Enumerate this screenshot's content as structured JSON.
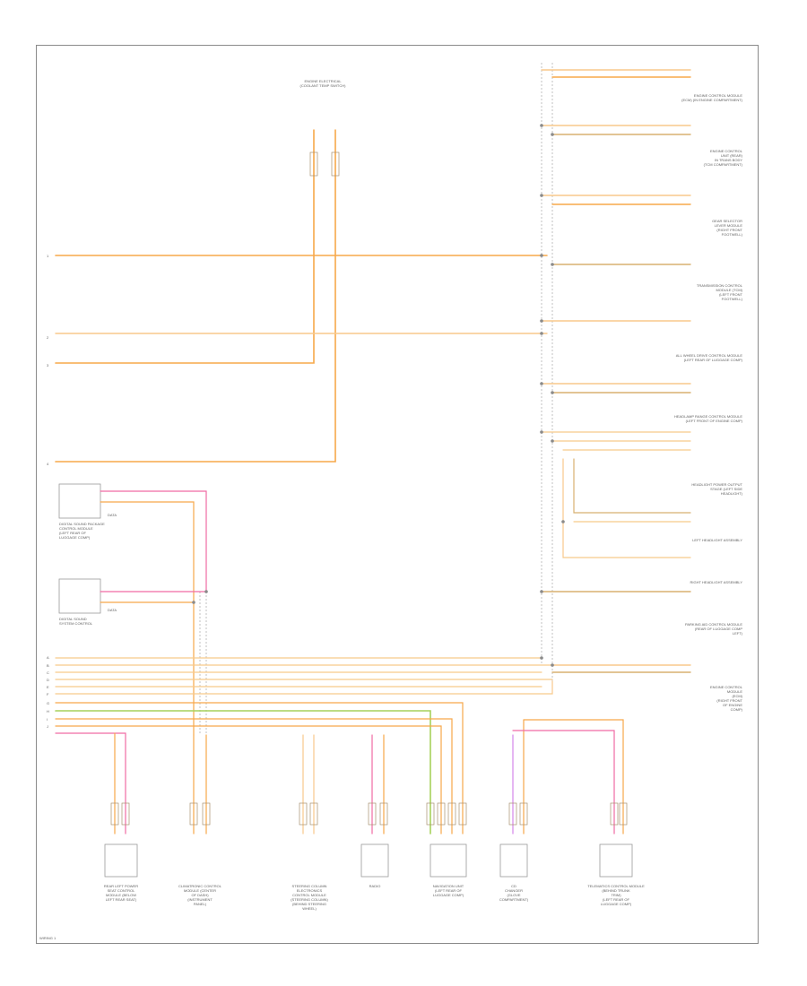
{
  "diagram": {
    "title_top": "ENGINE ELECTRICAL\n(COOLANT TEMP SWITCH)",
    "page_ref": "WIRING 1",
    "colors": {
      "orange": "#f7a84a",
      "light_orange": "#f8c98b",
      "pink": "#f06ba4",
      "green": "#a6d15c",
      "gray": "#888888",
      "tan": "#d8b070",
      "frame": "#8a8a8a"
    },
    "left_pins": [
      "1",
      "2",
      "3",
      "4"
    ],
    "bottom_left_pins": [
      "A",
      "B",
      "C",
      "D",
      "E",
      "F",
      "G",
      "H",
      "I",
      "J"
    ],
    "right_labels": [
      "ENGINE CONTROL MODULE\n(ECM) (IN ENGINE COMPARTMENT)",
      "ENGINE CONTROL\nUNIT (REAR)\nIN TRANS BODY\n(TCM COMPARTMENT)",
      "GEAR SELECTOR\nLEVER MODULE\n(RIGHT FRONT\nFOOTWELL)",
      "TRANSMISSION CONTROL\nMODULE (TCM)\n(LEFT FRONT\nFOOTWELL)",
      "ALL WHEEL DRIVE CONTROL MODULE\n(LEFT REAR OF LUGGAGE COMP)",
      "HEADLAMP RANGE CONTROL MODULE\n(LEFT FRONT OF ENGINE COMP)",
      "HEADLIGHT POWER OUTPUT\nSTAGE (LEFT SIDE\nHEADLIGHT)",
      "LEFT HEADLIGHT ASSEMBLY",
      "RIGHT HEADLIGHT ASSEMBLY",
      "PARKING AID CONTROL MODULE\n(REAR OF LUGGAGE COMP\nLEFT)",
      "ENGINE CONTROL\nMODULE\n(ECM)\n(RIGHT FRONT\nOF ENGINE\nCOMP)"
    ],
    "left_components": [
      {
        "name": "DIGITAL SOUND PACKAGE\nCONTROL MODULE\n(LEFT REAR OF\nLUGGAGE COMP)",
        "mark": "DATA"
      },
      {
        "name": "DIGITAL SOUND\nSYSTEM CONTROL",
        "mark": "DATA"
      }
    ],
    "bottom_components": [
      "REAR LEFT POWER\nSEAT CONTROL\nMODULE (BELOW\nLEFT REAR SEAT)",
      "CLIMATRONIC CONTROL\nMODULE (CENTER\nOF DASH)\n(INSTRUMENT\nPANEL)",
      "STEERING COLUMN\nELECTRONICS\nCONTROL MODULE\n(STEERING COLUMN)\n(BEHIND STEERING\nWHEEL)",
      "RADIO",
      "NAVIGATION UNIT\n(LEFT REAR OF\nLUGGAGE COMP)",
      "CD\nCHANGER\n(GLOVE\nCOMPARTMENT)",
      "TELEMATICS CONTROL MODULE\n(BEHIND TRUNK\nTRIM)\n(LEFT REAR OF\nLUGGAGE COMP)"
    ]
  }
}
